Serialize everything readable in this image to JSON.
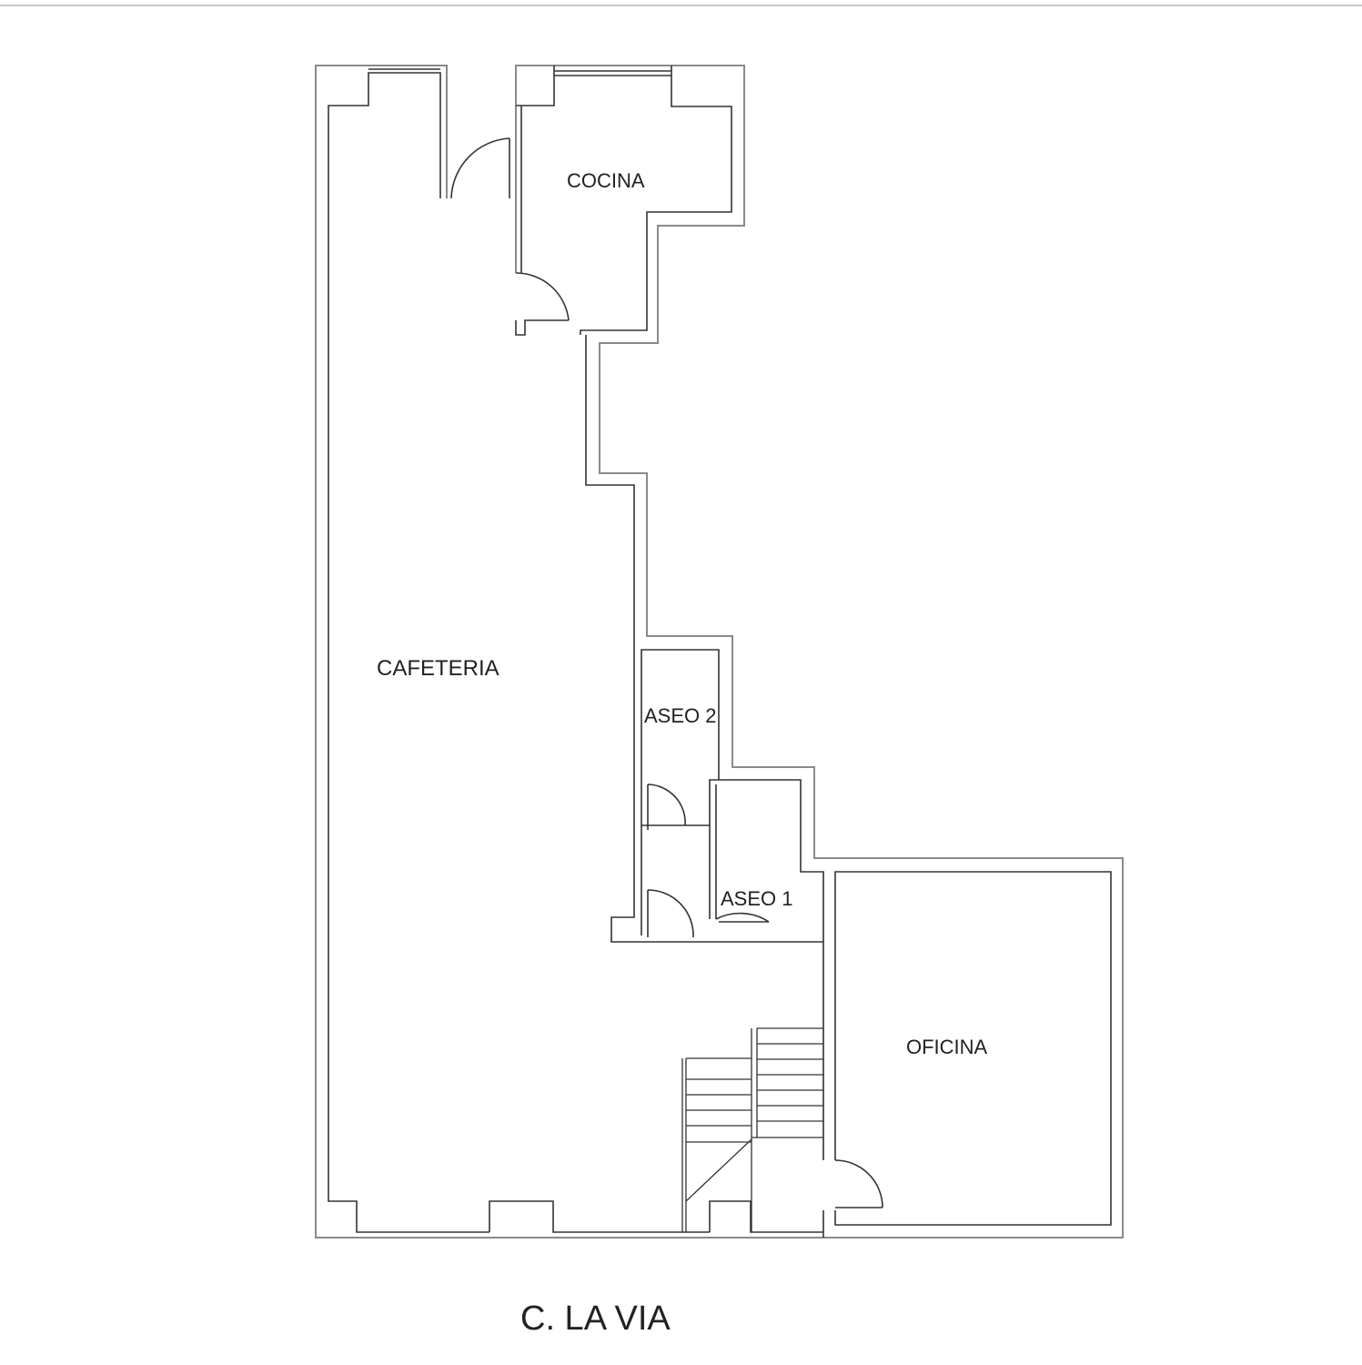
{
  "plan": {
    "rooms": [
      {
        "id": "cocina",
        "label": "COCINA"
      },
      {
        "id": "cafeteria",
        "label": "CAFETERIA"
      },
      {
        "id": "aseo2",
        "label": "ASEO 2"
      },
      {
        "id": "aseo1",
        "label": "ASEO 1"
      },
      {
        "id": "oficina",
        "label": "OFICINA"
      }
    ],
    "street": "C. LA VIA"
  },
  "colors": {
    "outer_wall": "#9a9a9a",
    "inner_wall": "#333333"
  }
}
